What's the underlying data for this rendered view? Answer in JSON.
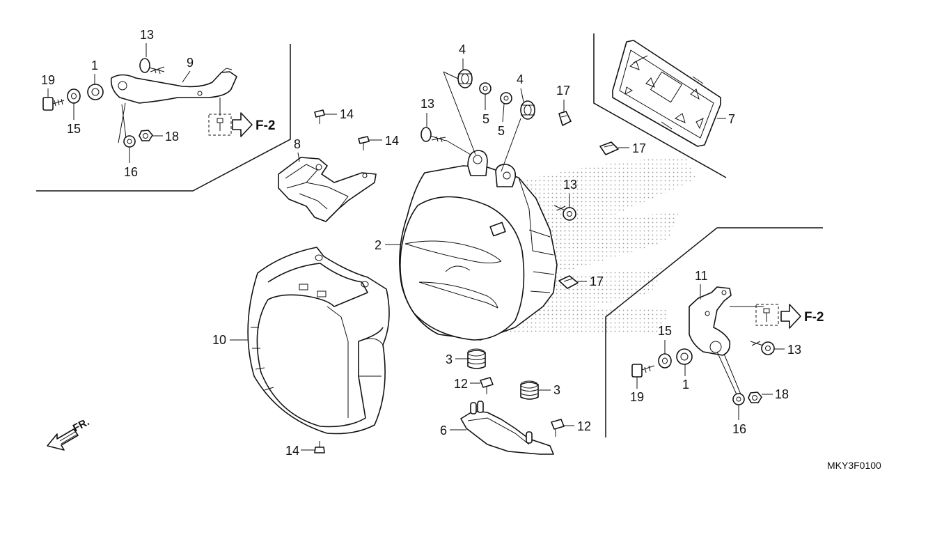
{
  "diagram_code": "MKY3F0100",
  "front_marker": "FR.",
  "references": [
    "F-2",
    "F-2"
  ],
  "callouts": [
    "13",
    "9",
    "1",
    "19",
    "15",
    "18",
    "16",
    "8",
    "14",
    "14",
    "4",
    "4",
    "5",
    "5",
    "13",
    "2",
    "10",
    "17",
    "17",
    "7",
    "13",
    "17",
    "11",
    "15",
    "13",
    "19",
    "1",
    "18",
    "16",
    "3",
    "3",
    "12",
    "12",
    "6",
    "14"
  ]
}
